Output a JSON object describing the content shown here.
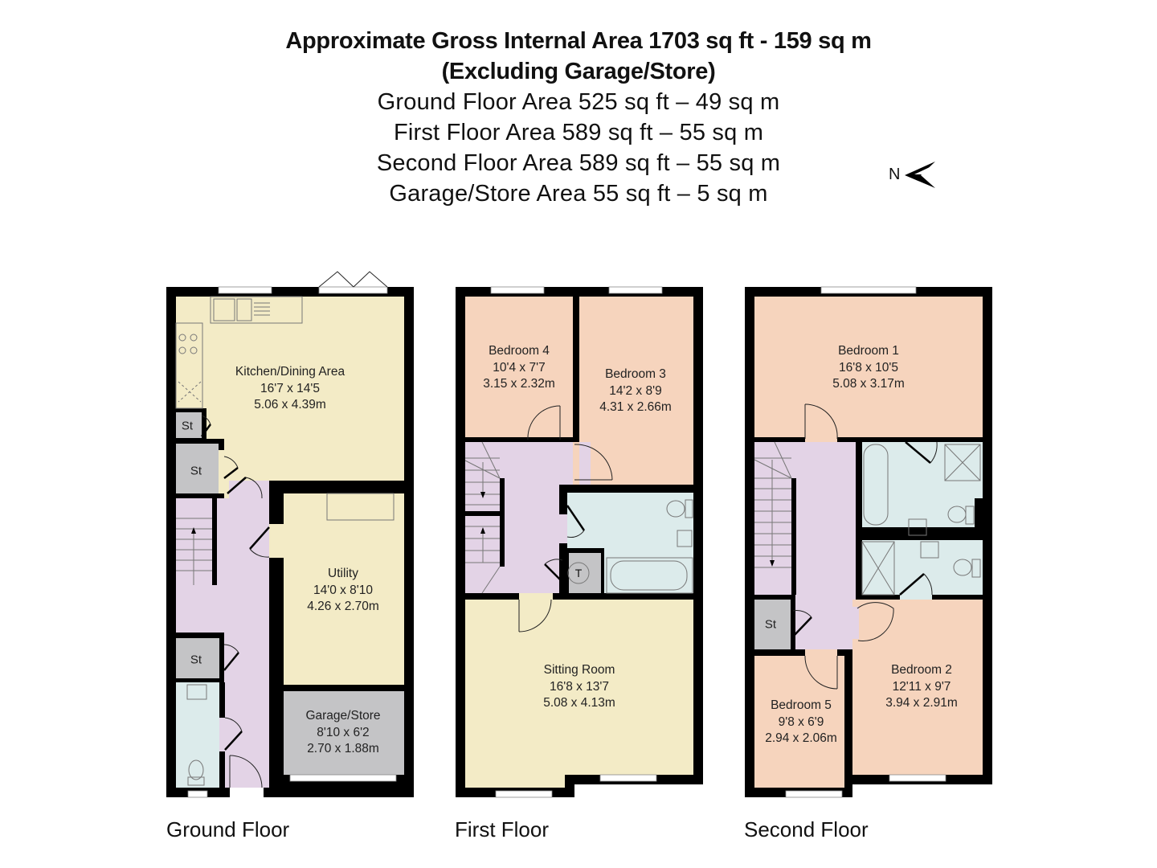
{
  "header": {
    "title_line1": "Approximate Gross Internal Area 1703 sq ft - 159 sq m",
    "title_line2": "(Excluding Garage/Store)",
    "areas": [
      "Ground Floor Area 525 sq ft – 49 sq m",
      "First Floor Area 589 sq ft – 55 sq m",
      "Second Floor Area 589 sq ft – 55 sq m",
      "Garage/Store Area 55 sq ft – 5 sq m"
    ]
  },
  "compass": {
    "label": "N",
    "icon": "north-arrow-icon"
  },
  "colors": {
    "wall": "#000000",
    "kitchen_living": "#f3ebc6",
    "hallway": "#e3d3e6",
    "bedroom": "#f6d4bd",
    "bathroom": "#dcebeb",
    "storage": "#c4c4c6",
    "window": "#ffffff"
  },
  "floors": [
    {
      "label": "Ground Floor",
      "rooms": [
        {
          "name": "Kitchen/Dining Area",
          "imperial": "16'7 x 14'5",
          "metric": "5.06 x 4.39m"
        },
        {
          "name": "Utility",
          "imperial": "14'0 x 8'10",
          "metric": "4.26 x 2.70m"
        },
        {
          "name": "Garage/Store",
          "imperial": "8'10 x 6'2",
          "metric": "2.70 x 1.88m"
        }
      ],
      "stores": [
        "St",
        "St",
        "St"
      ]
    },
    {
      "label": "First Floor",
      "rooms": [
        {
          "name": "Bedroom 4",
          "imperial": "10'4 x 7'7",
          "metric": "3.15 x 2.32m"
        },
        {
          "name": "Bedroom 3",
          "imperial": "14'2 x 8'9",
          "metric": "4.31 x 2.66m"
        },
        {
          "name": "Sitting Room",
          "imperial": "16'8 x 13'7",
          "metric": "5.08 x 4.13m"
        }
      ],
      "tank": "T"
    },
    {
      "label": "Second Floor",
      "rooms": [
        {
          "name": "Bedroom 1",
          "imperial": "16'8 x 10'5",
          "metric": "5.08 x 3.17m"
        },
        {
          "name": "Bedroom 2",
          "imperial": "12'11 x 9'7",
          "metric": "3.94 x 2.91m"
        },
        {
          "name": "Bedroom 5",
          "imperial": "9'8 x 6'9",
          "metric": "2.94 x 2.06m"
        }
      ],
      "stores": [
        "St"
      ]
    }
  ]
}
